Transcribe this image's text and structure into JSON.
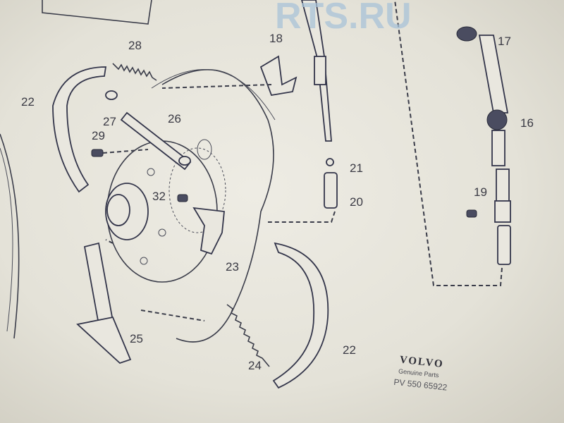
{
  "watermark": "RTS.RU",
  "callouts": {
    "c28": "28",
    "c22a": "22",
    "c27": "27",
    "c29": "29",
    "c26": "26",
    "c18": "18",
    "c17": "17",
    "c16": "16",
    "c21": "21",
    "c20": "20",
    "c19": "19",
    "c32": "32",
    "c23": "23",
    "c25": "25",
    "c24": "24",
    "c22b": "22"
  },
  "brand": {
    "name": "VOLVO",
    "subtitle": "Genuine Parts",
    "part_number": "PV 550 65922"
  }
}
